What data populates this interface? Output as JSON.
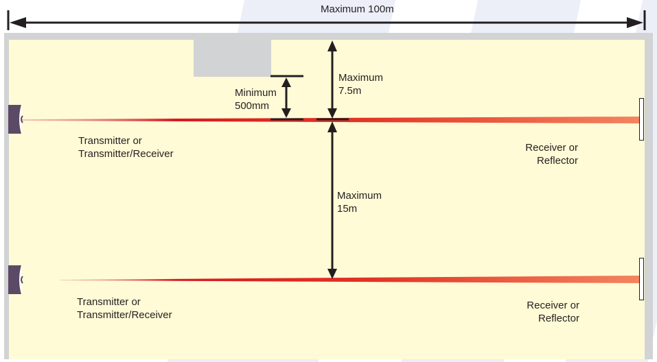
{
  "diagram": {
    "title": "Beam detector installation spacing",
    "overall_width_label": "Maximum 100m",
    "colors": {
      "room_fill": "#fffbd6",
      "wall": "#d1d3d4",
      "dimension_line": "#231f20",
      "beam_near": "#d7191f",
      "beam_far": "#f4845f",
      "emitter": "#5b4a66"
    },
    "dimensions": {
      "min_from_ceiling_obstruction": {
        "line1": "Minimum",
        "line2": "500mm"
      },
      "max_from_ceiling": {
        "line1": "Maximum",
        "line2": "7.5m"
      },
      "max_between_beams": {
        "line1": "Maximum",
        "line2": "15m"
      }
    },
    "beams": [
      {
        "transmitter_label": {
          "line1": "Transmitter or",
          "line2": "Transmitter/Receiver"
        },
        "receiver_label": {
          "line1": "Receiver or",
          "line2": "Reflector"
        }
      },
      {
        "transmitter_label": {
          "line1": "Transmitter or",
          "line2": "Transmitter/Receiver"
        },
        "receiver_label": {
          "line1": "Receiver or",
          "line2": "Reflector"
        }
      }
    ]
  }
}
